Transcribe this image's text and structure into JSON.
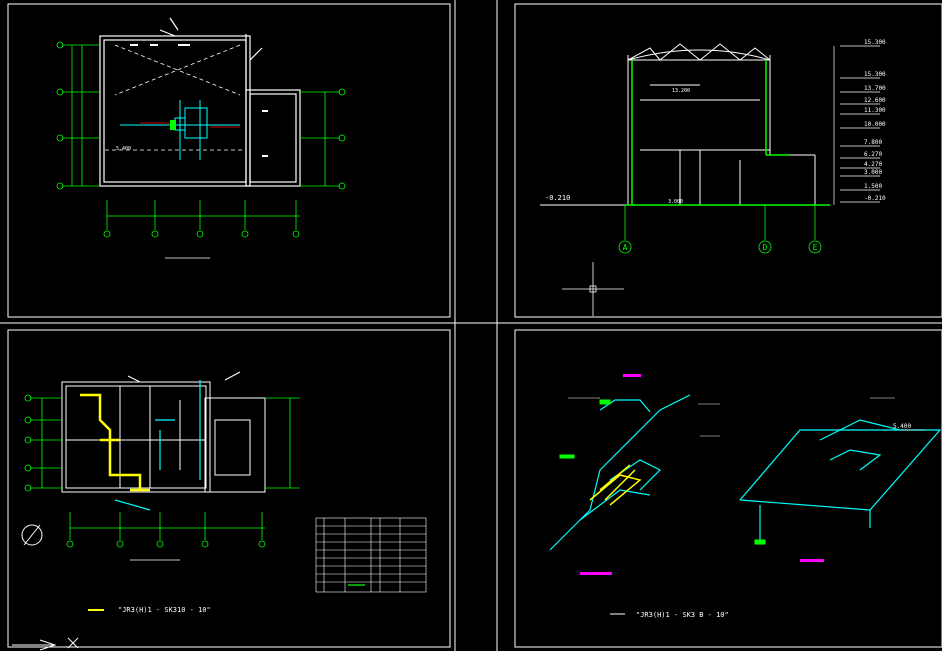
{
  "section": {
    "elevations": [
      "15.300",
      "15.300",
      "13.700",
      "12.600",
      "11.300",
      "10.000",
      "7.800",
      "6.270",
      "4.270",
      "3.000",
      "1.500",
      "-0.210"
    ],
    "ground_level": "-0.210",
    "inner_top": "13.200",
    "inner_floor": "3.000",
    "axis_labels": [
      "A",
      "D",
      "E"
    ]
  },
  "plan_top": {
    "dim_label": "5.400"
  },
  "isometric": {
    "elev_label": "5.400"
  },
  "notes": {
    "bottom_left": "\"JR3(H)1 - SK310 - 10\"",
    "bottom_right": "\"JR3(H)1 - SK3 B - 10\""
  },
  "colors": {
    "background": "#000000",
    "frame": "#ffffff",
    "dimension": "#00ff00",
    "pipe": "#00ffff",
    "highlight": "#ffff00",
    "label": "#ff00ff"
  }
}
